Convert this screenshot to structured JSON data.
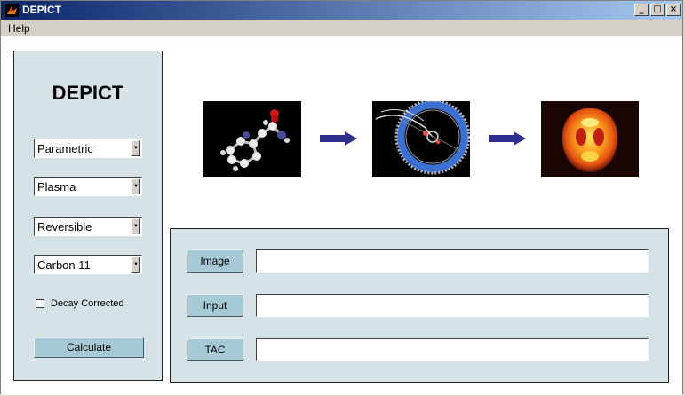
{
  "window": {
    "title": "DEPICT",
    "minimize_label": "_",
    "maximize_label": "□",
    "close_label": "×"
  },
  "menu": {
    "help": "Help"
  },
  "left_panel": {
    "title": "DEPICT",
    "dropdowns": [
      {
        "value": "Parametric"
      },
      {
        "value": "Plasma"
      },
      {
        "value": "Reversible"
      },
      {
        "value": "Carbon 11"
      }
    ],
    "decay_corrected": {
      "label": "Decay Corrected",
      "checked": false
    },
    "calculate_label": "Calculate"
  },
  "workflow": {
    "images": [
      "molecule-image",
      "pet-scanner-image",
      "brain-scan-image"
    ],
    "arrow_color": "#2f2f8f"
  },
  "inputs": {
    "image": {
      "button_label": "Image",
      "value": ""
    },
    "input": {
      "button_label": "Input",
      "value": ""
    },
    "tac": {
      "button_label": "TAC",
      "value": ""
    }
  },
  "colors": {
    "panel_bg": "#d5e2e6",
    "button_bg": "#a6c9d6",
    "titlebar_start": "#0a246a",
    "titlebar_end": "#a6caf0"
  }
}
